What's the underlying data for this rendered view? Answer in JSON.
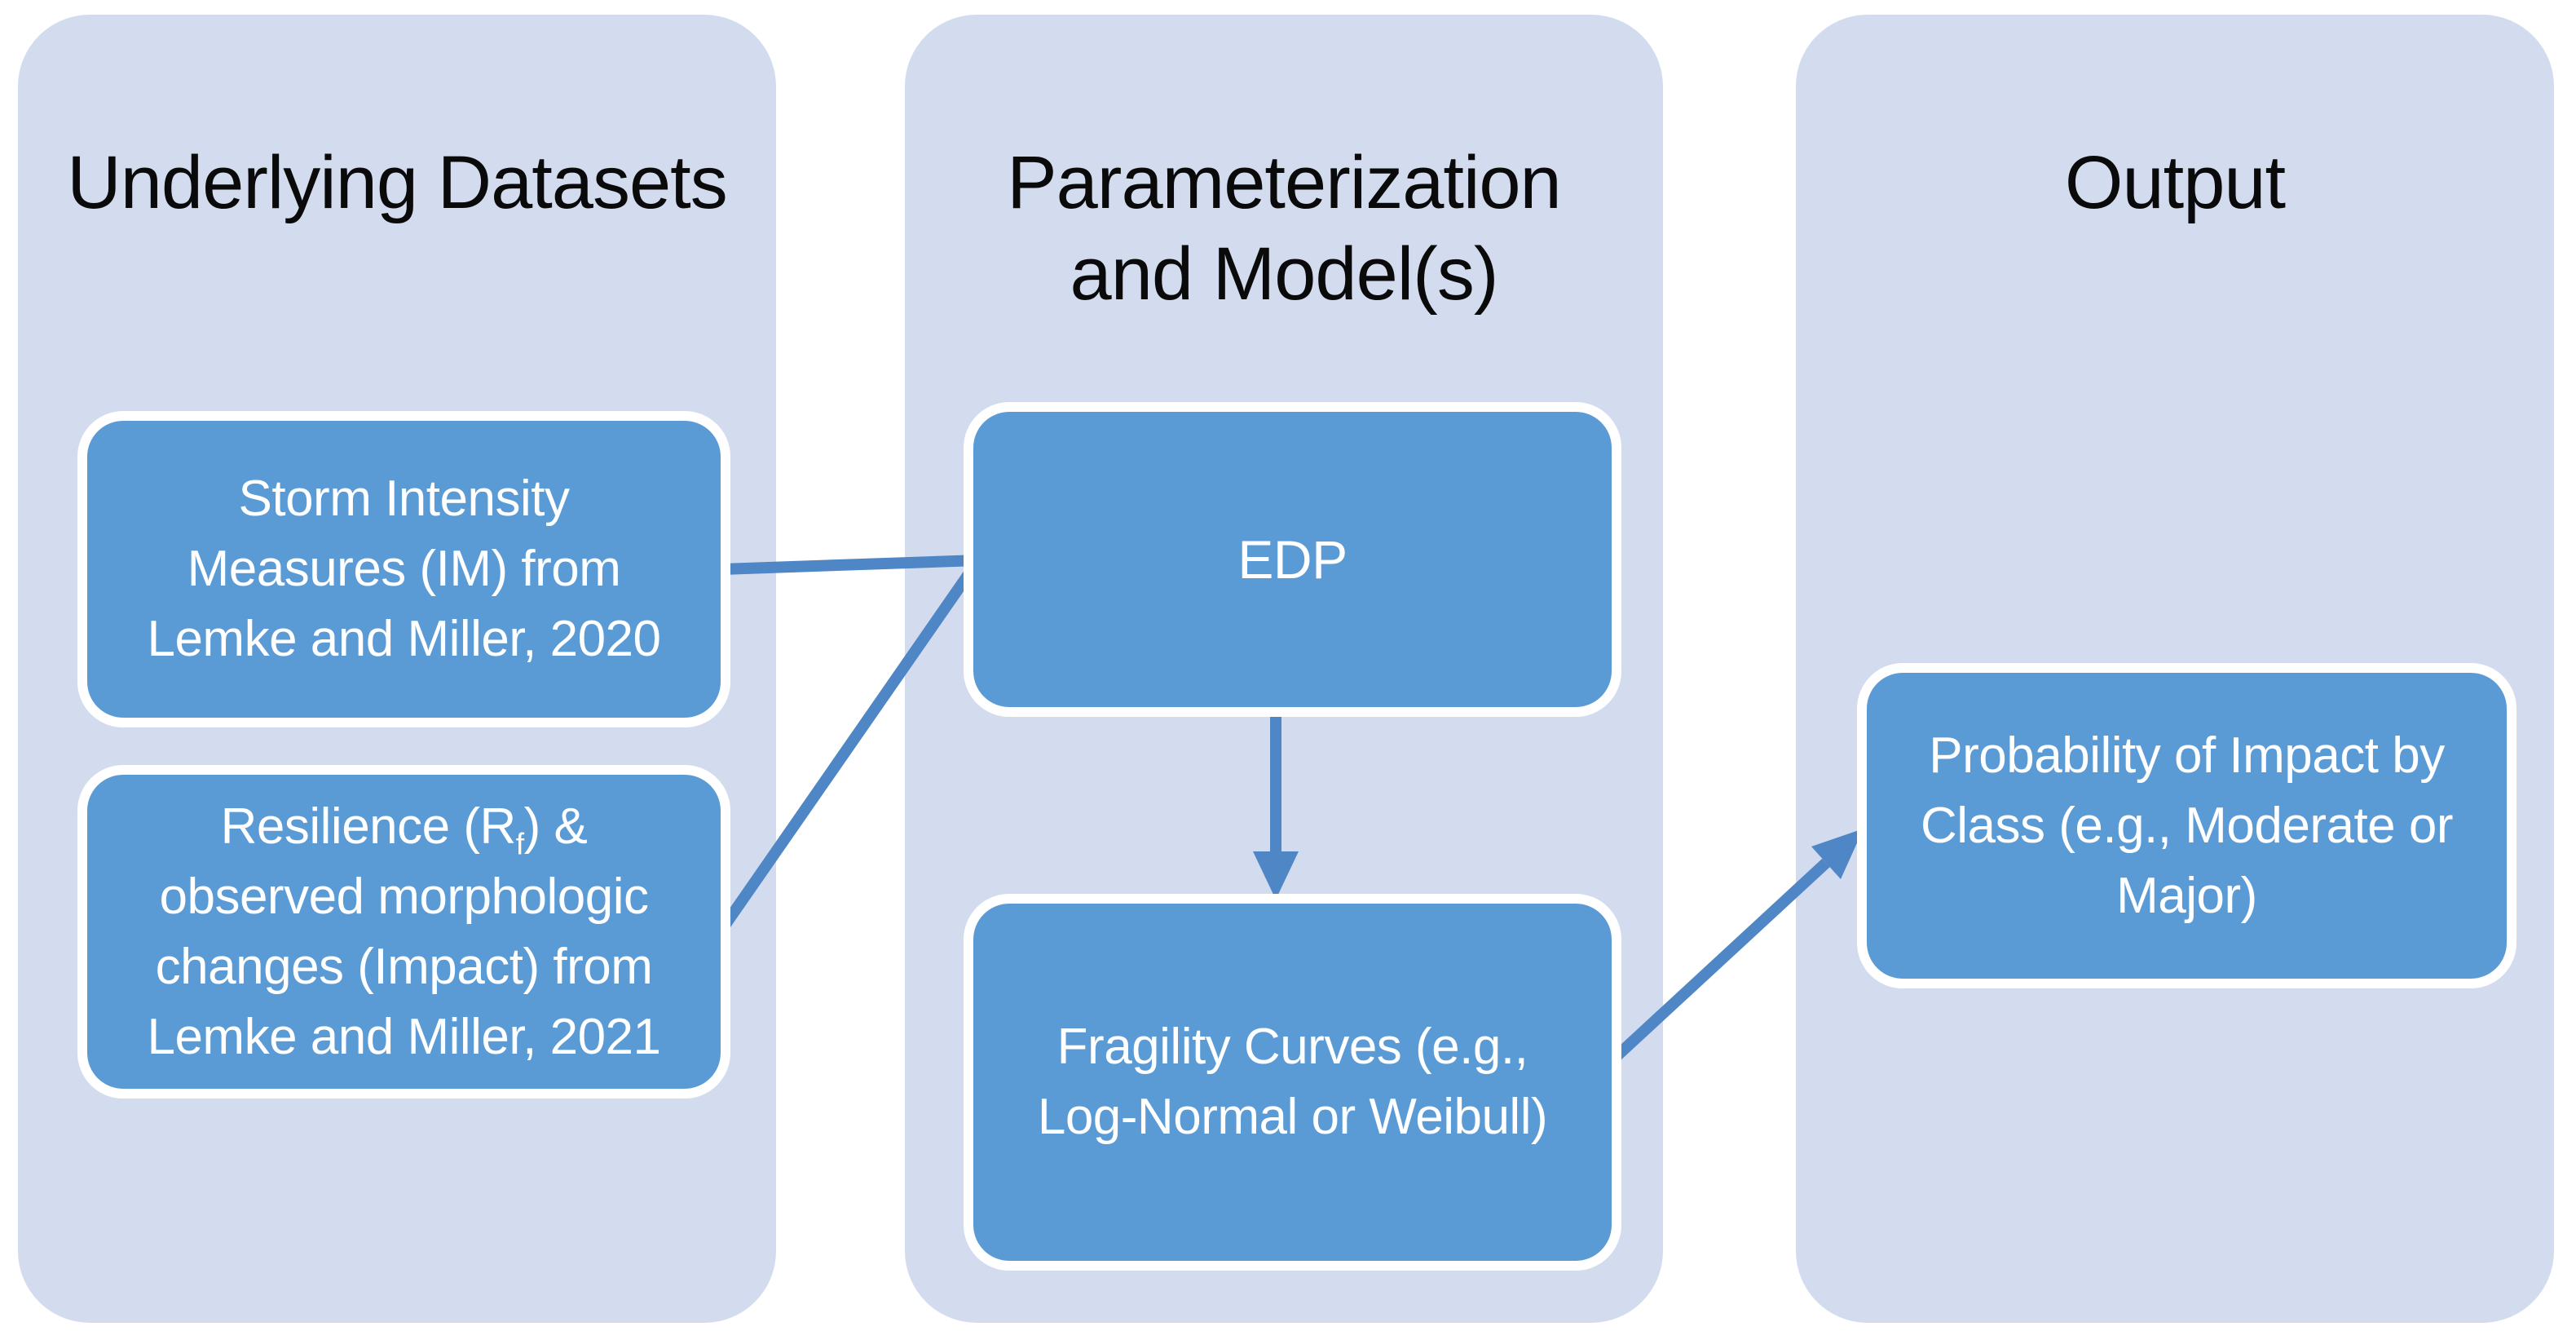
{
  "columns": {
    "datasets": {
      "title": "Underlying Datasets"
    },
    "models": {
      "title_line1": "Parameterization",
      "title_line2": "and Model(s)"
    },
    "output": {
      "title": "Output"
    }
  },
  "boxes": {
    "storm": {
      "line1": "Storm Intensity",
      "line2": "Measures (IM) from",
      "line3": "Lemke and Miller, 2020"
    },
    "resilience": {
      "line1_pre": "Resilience (R",
      "line1_sub": "f",
      "line1_post": ") &",
      "line2": "observed morphologic",
      "line3": "changes (Impact) from",
      "line4": "Lemke and Miller, 2021"
    },
    "edp": {
      "label": "EDP"
    },
    "fragility": {
      "line1": "Fragility Curves (e.g.,",
      "line2": "Log-Normal or Weibull)"
    },
    "probability": {
      "line1": "Probability of Impact by",
      "line2": "Class (e.g., Moderate or",
      "line3": "Major)"
    }
  },
  "colors": {
    "panel": "#d2dcee",
    "box_fill": "#5b9bd5",
    "box_border": "#ffffff",
    "connector": "#4f86c5",
    "title_text": "#0a0a0a",
    "box_text": "#ffffff"
  }
}
